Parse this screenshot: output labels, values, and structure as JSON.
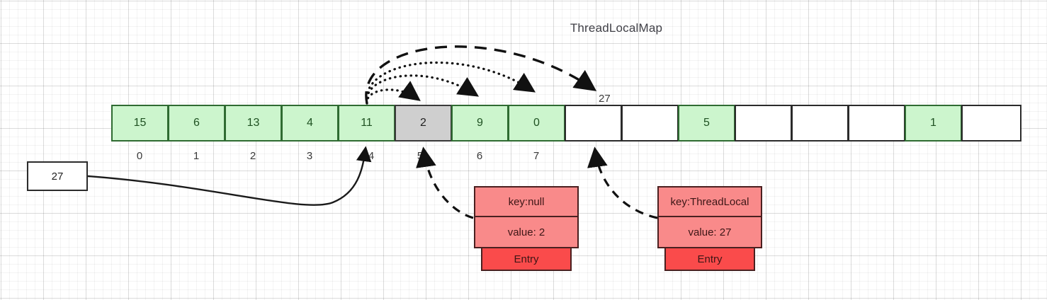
{
  "title": "ThreadLocalMap",
  "array": {
    "cells": [
      {
        "value": "15",
        "state": "green"
      },
      {
        "value": "6",
        "state": "green"
      },
      {
        "value": "13",
        "state": "green"
      },
      {
        "value": "4",
        "state": "green"
      },
      {
        "value": "11",
        "state": "green"
      },
      {
        "value": "2",
        "state": "gray"
      },
      {
        "value": "9",
        "state": "green"
      },
      {
        "value": "0",
        "state": "green"
      },
      {
        "value": "",
        "state": "empty"
      },
      {
        "value": "",
        "state": "empty"
      },
      {
        "value": "5",
        "state": "green"
      },
      {
        "value": "",
        "state": "empty"
      },
      {
        "value": "",
        "state": "empty"
      },
      {
        "value": "",
        "state": "empty"
      },
      {
        "value": "1",
        "state": "green"
      },
      {
        "value": "",
        "state": "empty"
      }
    ],
    "indices": [
      "0",
      "1",
      "2",
      "3",
      "4",
      "5",
      "6",
      "7"
    ]
  },
  "input_box": {
    "value": "27"
  },
  "insert_label": "27",
  "entries": [
    {
      "key": "key:null",
      "value": "value: 2",
      "footer": "Entry"
    },
    {
      "key": "key:ThreadLocal",
      "value": "value: 27",
      "footer": "Entry"
    }
  ],
  "colors": {
    "occupied": "#ccf5cd",
    "stale": "#cfcfcf",
    "entry_body": "#f98a8a",
    "entry_footer": "#fa4b4b",
    "stroke": "#2b2b2b"
  }
}
